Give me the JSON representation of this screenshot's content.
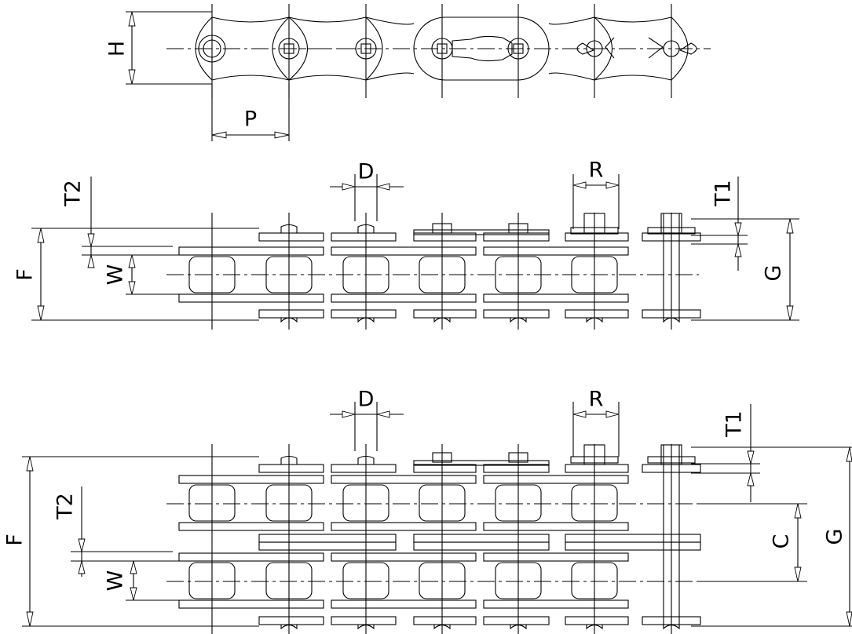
{
  "labels": {
    "H": "H",
    "P": "P",
    "simplex_D": "D",
    "simplex_R": "R",
    "simplex_T1": "T1",
    "simplex_T2": "T2",
    "simplex_F": "F",
    "simplex_W": "W",
    "simplex_G": "G",
    "duplex_D": "D",
    "duplex_R": "R",
    "duplex_T1": "T1",
    "duplex_T2": "T2",
    "duplex_F": "F",
    "duplex_W": "W",
    "duplex_G": "G",
    "duplex_C": "C"
  }
}
